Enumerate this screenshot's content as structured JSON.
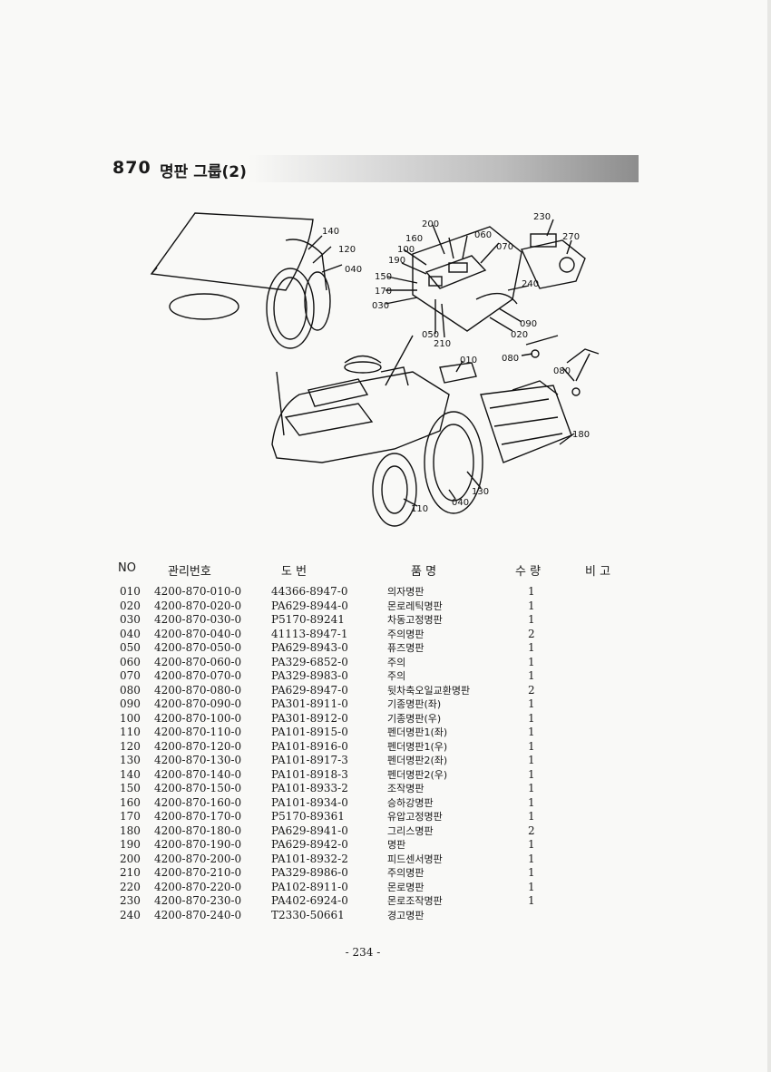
{
  "header": {
    "section_number": "870",
    "title": "명판 그룹(2)"
  },
  "diagram": {
    "callouts": [
      "140",
      "120",
      "040",
      "200",
      "160",
      "060",
      "070",
      "230",
      "270",
      "100",
      "190",
      "150",
      "170",
      "030",
      "240",
      "090",
      "020",
      "050",
      "210",
      "010",
      "080",
      "080",
      "180",
      "130",
      "040",
      "110"
    ]
  },
  "table": {
    "columns": [
      "NO",
      "관리번호",
      "도 번",
      "품 명",
      "수 량",
      "비 고"
    ],
    "rows": [
      {
        "no": "010",
        "mgmt": "4200-870-010-0",
        "drawing": "44366-8947-0",
        "name": "의자명판",
        "qty": "1"
      },
      {
        "no": "020",
        "mgmt": "4200-870-020-0",
        "drawing": "PA629-8944-0",
        "name": "몬로레틱명판",
        "qty": "1"
      },
      {
        "no": "030",
        "mgmt": "4200-870-030-0",
        "drawing": "P5170-89241",
        "name": "차동고정명판",
        "qty": "1"
      },
      {
        "no": "040",
        "mgmt": "4200-870-040-0",
        "drawing": "41113-8947-1",
        "name": "주의명판",
        "qty": "2"
      },
      {
        "no": "050",
        "mgmt": "4200-870-050-0",
        "drawing": "PA629-8943-0",
        "name": "퓨즈명판",
        "qty": "1"
      },
      {
        "no": "060",
        "mgmt": "4200-870-060-0",
        "drawing": "PA329-6852-0",
        "name": "주의",
        "qty": "1"
      },
      {
        "no": "070",
        "mgmt": "4200-870-070-0",
        "drawing": "PA329-8983-0",
        "name": "주의",
        "qty": "1"
      },
      {
        "no": "080",
        "mgmt": "4200-870-080-0",
        "drawing": "PA629-8947-0",
        "name": "뒷차축오일교환명판",
        "qty": "2"
      },
      {
        "no": "090",
        "mgmt": "4200-870-090-0",
        "drawing": "PA301-8911-0",
        "name": "기종명판(좌)",
        "qty": "1"
      },
      {
        "no": "100",
        "mgmt": "4200-870-100-0",
        "drawing": "PA301-8912-0",
        "name": "기종명판(우)",
        "qty": "1"
      },
      {
        "no": "110",
        "mgmt": "4200-870-110-0",
        "drawing": "PA101-8915-0",
        "name": "펜더명판1(좌)",
        "qty": "1"
      },
      {
        "no": "120",
        "mgmt": "4200-870-120-0",
        "drawing": "PA101-8916-0",
        "name": "펜더명판1(우)",
        "qty": "1"
      },
      {
        "no": "130",
        "mgmt": "4200-870-130-0",
        "drawing": "PA101-8917-3",
        "name": "펜더명판2(좌)",
        "qty": "1"
      },
      {
        "no": "140",
        "mgmt": "4200-870-140-0",
        "drawing": "PA101-8918-3",
        "name": "펜더명판2(우)",
        "qty": "1"
      },
      {
        "no": "150",
        "mgmt": "4200-870-150-0",
        "drawing": "PA101-8933-2",
        "name": "조작명판",
        "qty": "1"
      },
      {
        "no": "160",
        "mgmt": "4200-870-160-0",
        "drawing": "PA101-8934-0",
        "name": "승하강명판",
        "qty": "1"
      },
      {
        "no": "170",
        "mgmt": "4200-870-170-0",
        "drawing": "P5170-89361",
        "name": "유압고정명판",
        "qty": "1"
      },
      {
        "no": "180",
        "mgmt": "4200-870-180-0",
        "drawing": "PA629-8941-0",
        "name": "그리스명판",
        "qty": "2"
      },
      {
        "no": "190",
        "mgmt": "4200-870-190-0",
        "drawing": "PA629-8942-0",
        "name": "명판",
        "qty": "1"
      },
      {
        "no": "200",
        "mgmt": "4200-870-200-0",
        "drawing": "PA101-8932-2",
        "name": "피드센서명판",
        "qty": "1"
      },
      {
        "no": "210",
        "mgmt": "4200-870-210-0",
        "drawing": "PA329-8986-0",
        "name": "주의명판",
        "qty": "1"
      },
      {
        "no": "220",
        "mgmt": "4200-870-220-0",
        "drawing": "PA102-8911-0",
        "name": "몬로명판",
        "qty": "1"
      },
      {
        "no": "230",
        "mgmt": "4200-870-230-0",
        "drawing": "PA402-6924-0",
        "name": "몬로조작명판",
        "qty": "1"
      },
      {
        "no": "240",
        "mgmt": "4200-870-240-0",
        "drawing": "T2330-50661",
        "name": "경고명판",
        "qty": ""
      }
    ]
  },
  "footer": {
    "page_number": "- 234 -"
  }
}
